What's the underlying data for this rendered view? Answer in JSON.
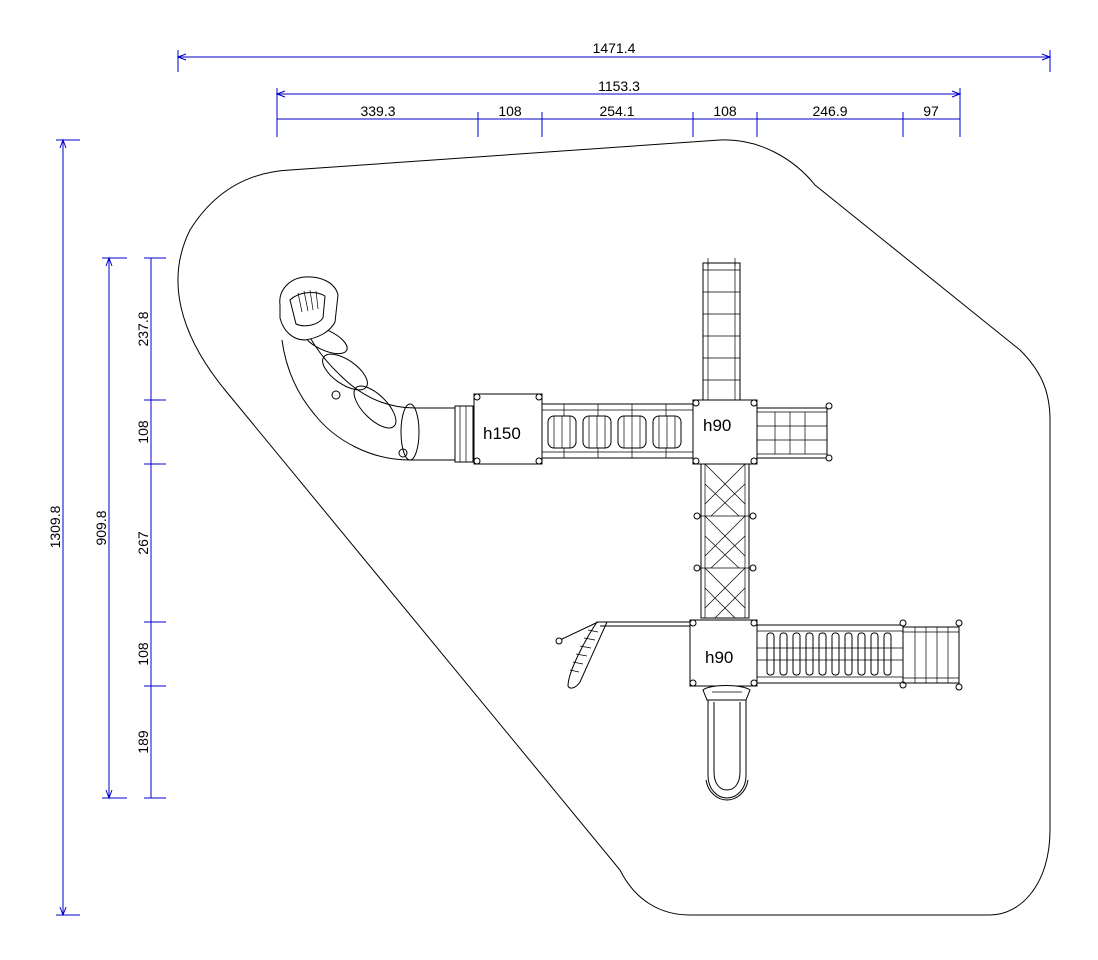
{
  "dimensions": {
    "overall_width": "1471.4",
    "structure_width": "1153.3",
    "segments_horizontal": [
      "339.3",
      "108",
      "254.1",
      "108",
      "246.9",
      "97"
    ],
    "overall_height": "1309.8",
    "structure_height": "909.8",
    "segments_vertical": [
      "237.8",
      "108",
      "267",
      "108",
      "189"
    ]
  },
  "platforms": {
    "tall": "h150",
    "upper": "h90",
    "lower": "h90"
  },
  "colors": {
    "dimension": "#0000cc",
    "outline": "#000000"
  }
}
